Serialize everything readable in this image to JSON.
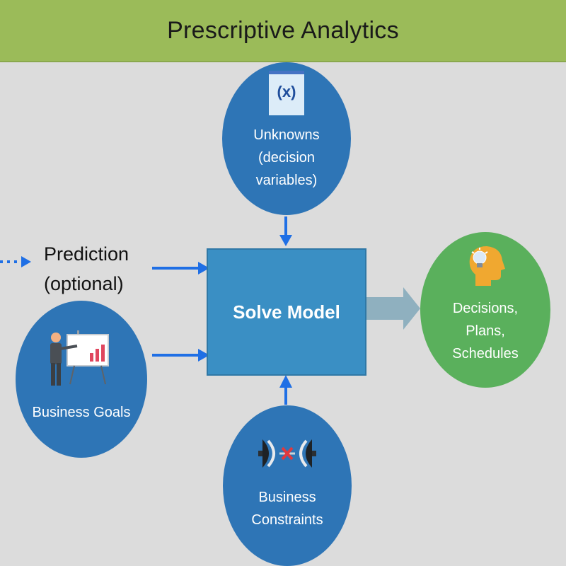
{
  "title": "Prescriptive Analytics",
  "center": {
    "label": "Solve Model"
  },
  "unknowns": {
    "icon": "variable-icon",
    "glyph": "(x)",
    "lines": [
      "Unknowns",
      "(decision",
      "variables)"
    ]
  },
  "prediction": {
    "lines": [
      "Prediction",
      "(optional)"
    ]
  },
  "goals": {
    "icon": "presentation-icon",
    "label": "Business Goals"
  },
  "constraints": {
    "icon": "constraint-icon",
    "lines": [
      "Business",
      "Constraints"
    ]
  },
  "output": {
    "icon": "head-lightbulb-icon",
    "lines": [
      "Decisions,",
      "Plans,",
      "Schedules"
    ]
  },
  "colors": {
    "title_bar": "#9bbb59",
    "background": "#dcdcdc",
    "circle_blue": "#2e75b6",
    "circle_green": "#5ab05c",
    "solve_box": "#3a8fc4",
    "arrow_blue": "#1f6fe5",
    "arrow_gray": "#8fb0bf"
  }
}
